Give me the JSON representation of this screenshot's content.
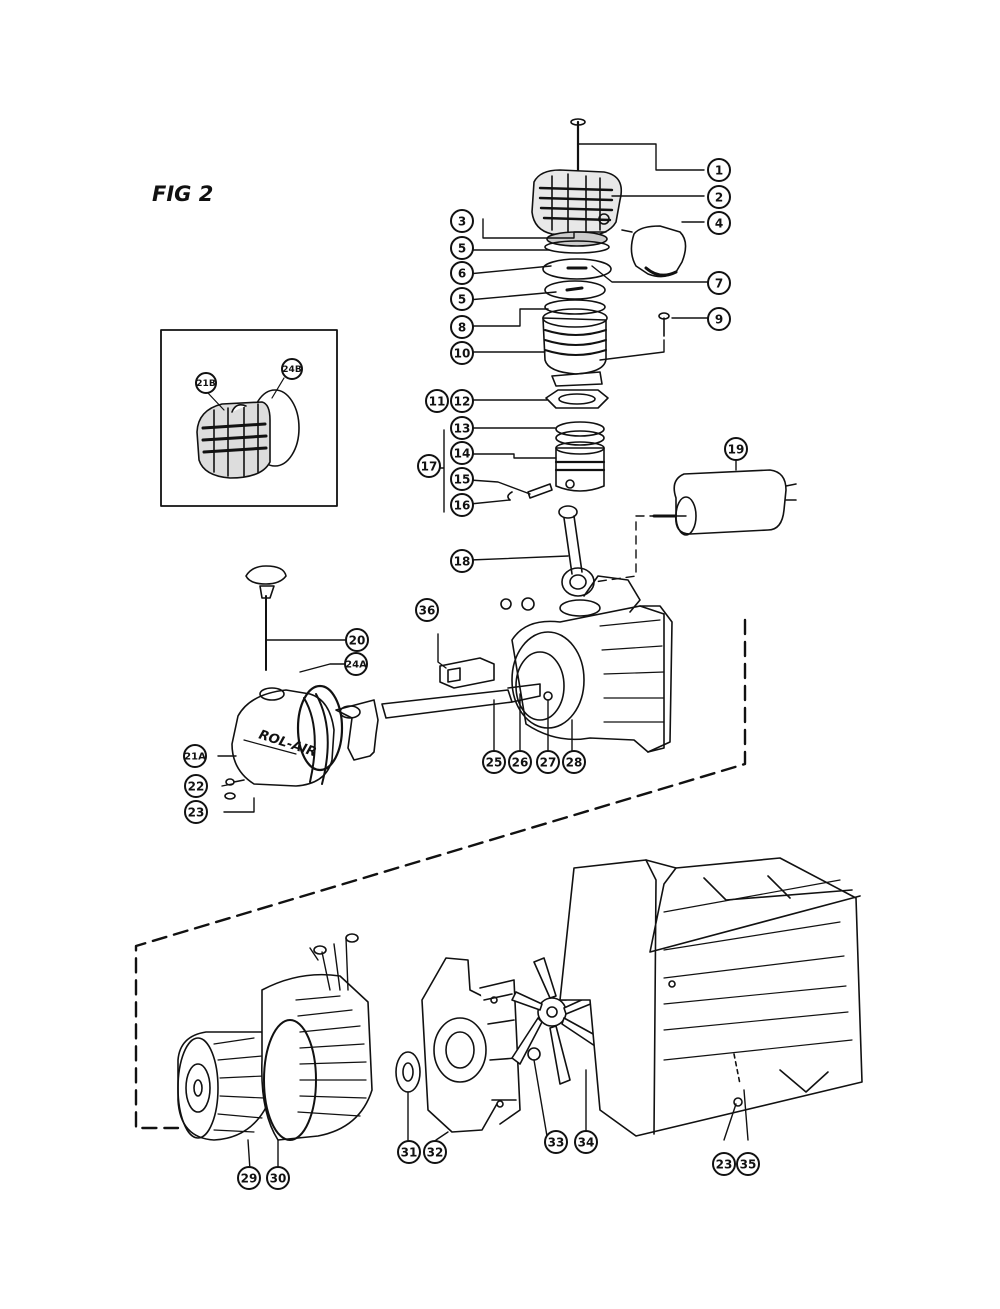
{
  "figure": {
    "title": "FIG 2"
  },
  "inset": {
    "labels": [
      "21B",
      "24B"
    ]
  },
  "callouts": [
    "1",
    "2",
    "3",
    "4",
    "5",
    "6",
    "7",
    "5",
    "8",
    "9",
    "10",
    "11",
    "12",
    "13",
    "14",
    "15",
    "16",
    "17",
    "18",
    "19",
    "20",
    "24A",
    "21A",
    "22",
    "23",
    "36",
    "25",
    "26",
    "27",
    "28",
    "29",
    "30",
    "31",
    "32",
    "33",
    "34",
    "23",
    "35"
  ],
  "brand": "ROL-AIR",
  "colors": {
    "ink": "#111111",
    "paper": "#ffffff"
  }
}
